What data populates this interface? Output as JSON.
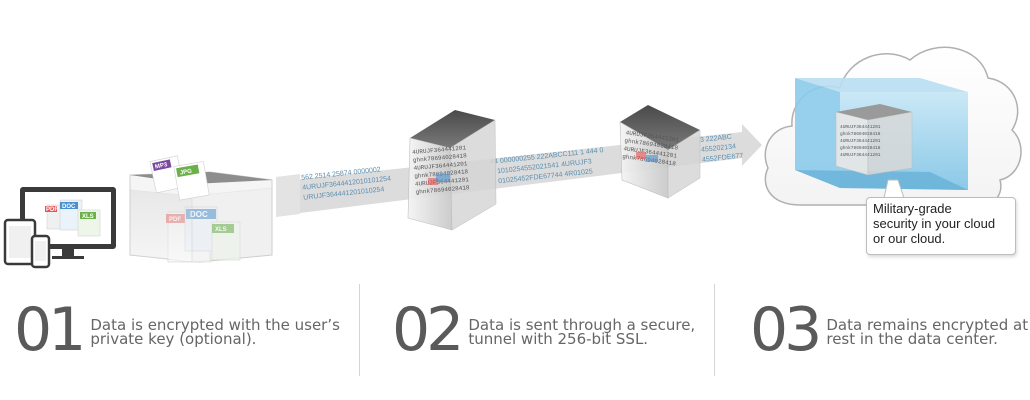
{
  "callout": {
    "lines": [
      "Military-grade",
      "security in your cloud",
      "or our cloud."
    ]
  },
  "steps": [
    {
      "number": "01",
      "lines": [
        "Data is encrypted with the user’s",
        "private key (optional)."
      ]
    },
    {
      "number": "02",
      "lines": [
        "Data is sent through a secure,",
        "tunnel with 256-bit SSL."
      ]
    },
    {
      "number": "03",
      "lines": [
        "Data remains encrypted at",
        "rest in the data center."
      ]
    }
  ],
  "file_labels": {
    "mp3": "MP3",
    "jpg": "JPG",
    "pdf": "PDF",
    "doc": "DOC",
    "xls": "XLS"
  },
  "stream_text": {
    "left_lines": [
      "562 2514 25874 0000002",
      "4URUJF3644412010101254",
      "URUJF364441201010254"
    ],
    "right_lines": [
      "44 000000255 222ABCC111 1 444 0",
      "1010254552021541 4URUJF3",
      "01025452FDE67744 4R01025"
    ],
    "far_right_lines": [
      "3 222ABC",
      "455202134",
      "4552FDE677"
    ]
  },
  "cube_text": {
    "lines": [
      "4URUJF364441201",
      "ghnk78694028418",
      "4URUJF364441201",
      "ghnk78694028418",
      "4URUJF364441201",
      "ghnk78694028418"
    ]
  },
  "colors": {
    "arrow": "#dcdcdc",
    "stream_text": "#5b8fb0",
    "vault_blue": "#9fd4ee",
    "pdf": "#e8514f",
    "doc": "#4a90cf",
    "xls": "#6cb04a",
    "mp3": "#7a4aa0",
    "jpg": "#6cb04a"
  }
}
